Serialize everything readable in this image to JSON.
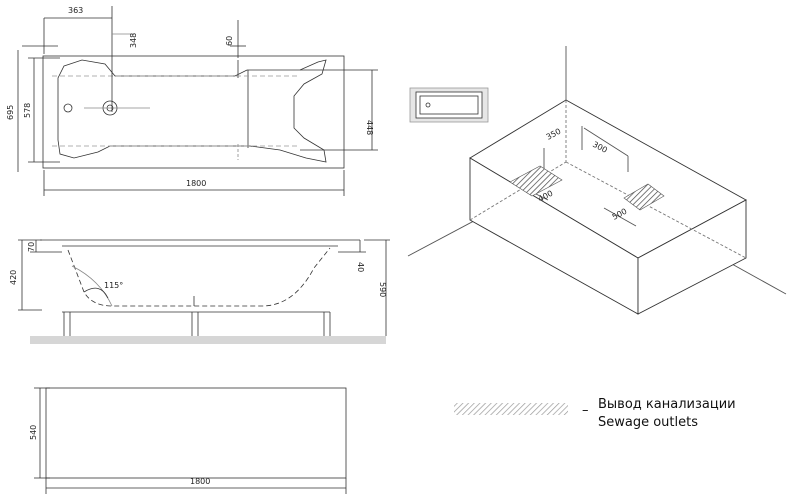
{
  "top_view": {
    "dims": {
      "d363": "363",
      "d348": "348",
      "d60": "60",
      "d695": "695",
      "d578": "578",
      "d448": "448",
      "d1800": "1800"
    }
  },
  "side_view": {
    "dims": {
      "d70": "70",
      "d420": "420",
      "d40": "40",
      "d590": "590",
      "angle": "115°"
    }
  },
  "panel_view": {
    "dims": {
      "d540": "540",
      "d1800": "1800"
    }
  },
  "iso_view": {
    "dims": {
      "d350": "350",
      "d300": "300",
      "d400": "400",
      "d500": "500"
    }
  },
  "legend": {
    "dash": "–",
    "line_ru": "Вывод канализации",
    "line_en": "Sewage outlets"
  }
}
